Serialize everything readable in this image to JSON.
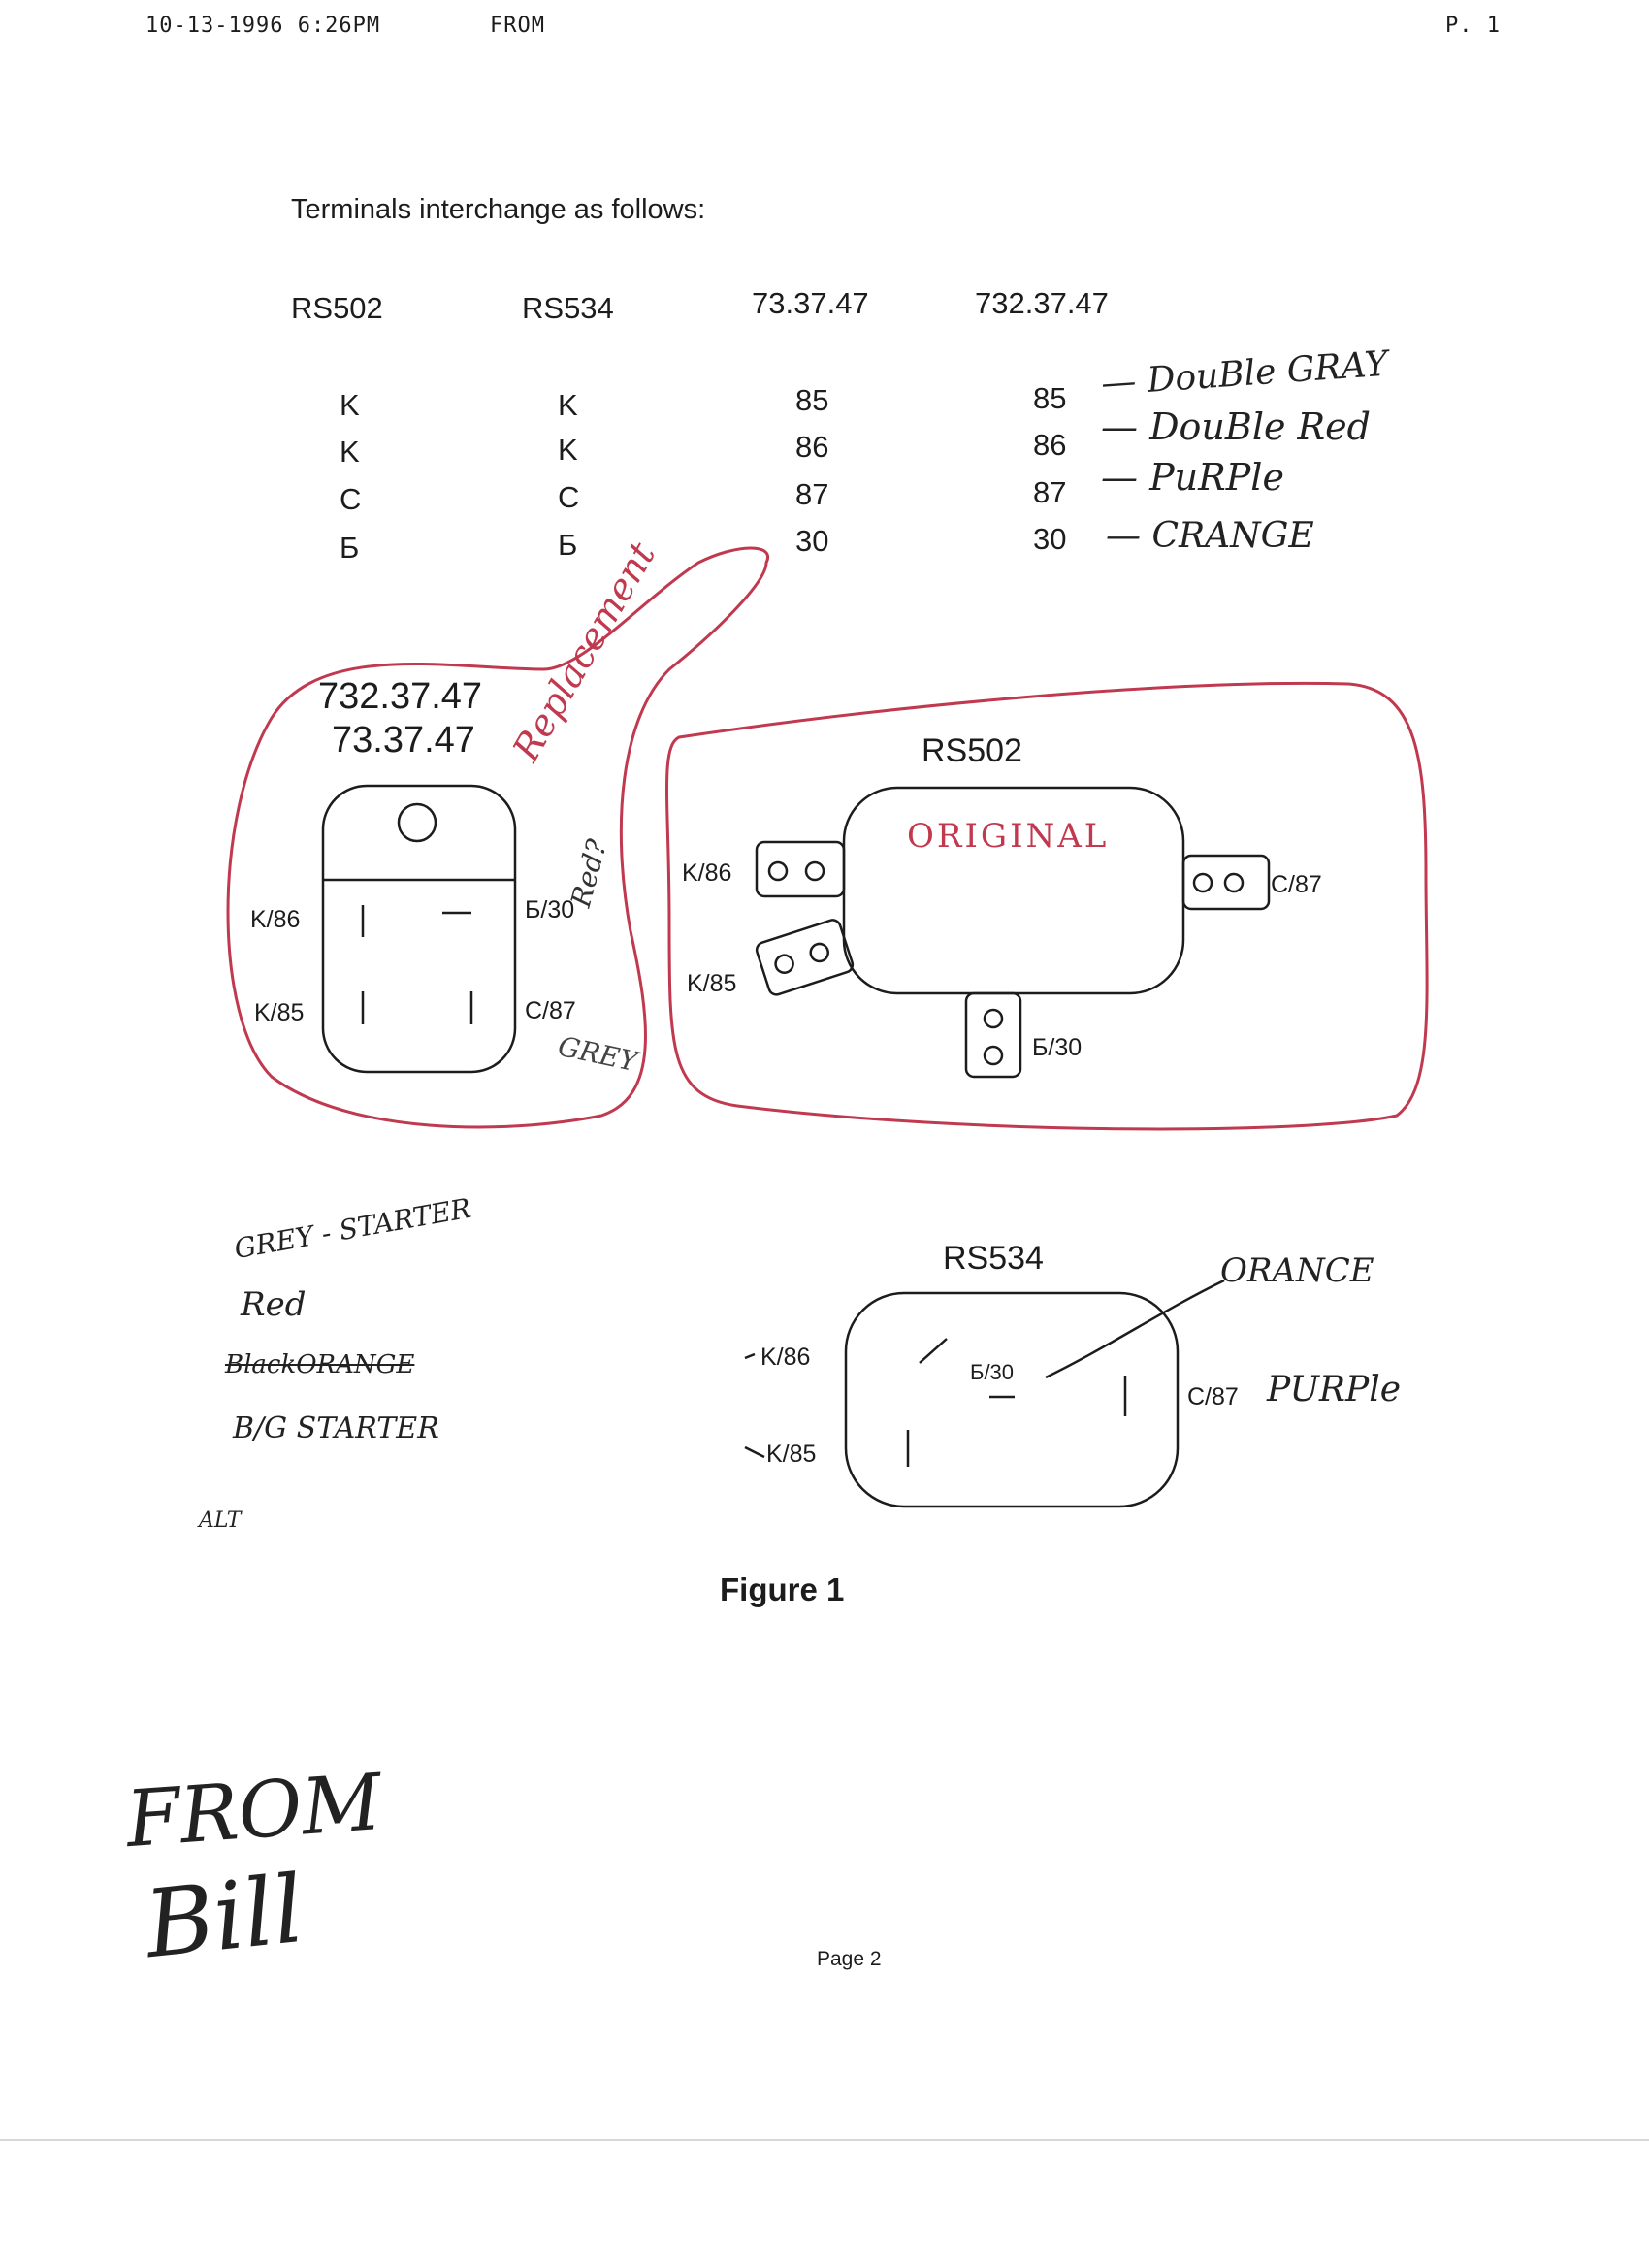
{
  "fax_header": {
    "date_time": "10-13-1996 6:26PM",
    "from": "FROM",
    "page": "P. 1"
  },
  "heading": "Terminals interchange as follows:",
  "table": {
    "columns": [
      "RS502",
      "RS534",
      "73.37.47",
      "732.37.47"
    ],
    "rows": [
      {
        "rs502": "K",
        "rs534": "K",
        "c3": "85",
        "c4": "85",
        "note": "— DouBle GRAY"
      },
      {
        "rs502": "K",
        "rs534": "K",
        "c3": "86",
        "c4": "86",
        "note": "— DouBle Red"
      },
      {
        "rs502": "C",
        "rs534": "C",
        "c3": "87",
        "c4": "87",
        "note": "— PuRPle"
      },
      {
        "rs502": "Б",
        "rs534": "Б",
        "c3": "30",
        "c4": "30",
        "note": "— CRANGE"
      }
    ]
  },
  "relay_replacement": {
    "title_1": "732.37.47",
    "title_2": "73.37.47",
    "annotation": "Replacement",
    "pins": {
      "k86": "K/86",
      "k85": "K/85",
      "b30": "Б/30",
      "c87": "C/87"
    },
    "note_red": "Red?",
    "note_grey": "GREY"
  },
  "relay_rs502": {
    "title": "RS502",
    "annotation": "ORIGINAL",
    "pins": {
      "k86": "K/86",
      "k85": "K/85",
      "b30": "Б/30",
      "c87": "C/87"
    }
  },
  "relay_rs534": {
    "title": "RS534",
    "pins": {
      "k86": "K/86",
      "k85": "K/85",
      "b30": "Б/30",
      "c87": "C/87"
    },
    "note_orange": "ORANCE",
    "note_purple": "PURPle"
  },
  "side_notes": {
    "line1": "GREY - STARTER",
    "line2": "Red",
    "line3": "BlackORANGE",
    "line4": "B/G STARTER",
    "line5": "ALT"
  },
  "caption": "Figure 1",
  "signature_1": "FROM",
  "signature_2": "Bill",
  "page_footer": "Page 2",
  "colors": {
    "ink": "#1c1c1c",
    "red_pen": "#c0394f"
  }
}
